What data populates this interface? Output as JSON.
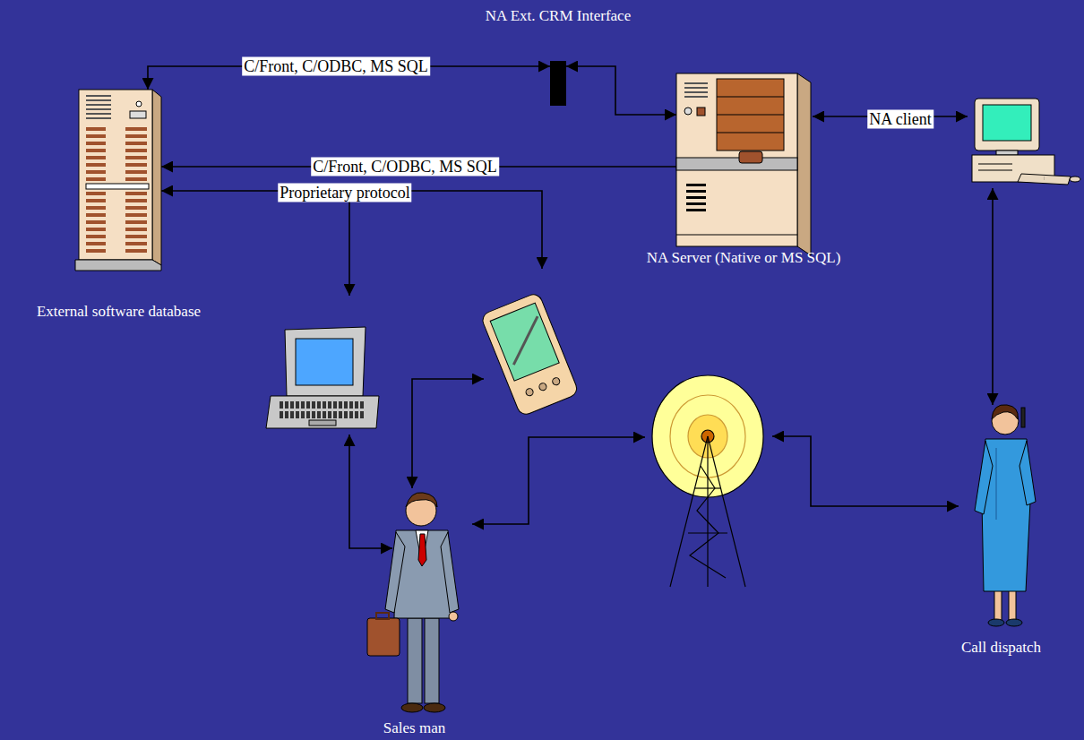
{
  "diagram": {
    "nodes": [
      {
        "text": [
          "NA Ext. CRM Interface"
        ]
      },
      {
        "text": [
          "External software database"
        ]
      },
      {
        "text": [
          "NA Server (Native or MS SQL)"
        ]
      },
      {
        "text": [
          "Call dispatch"
        ]
      },
      {
        "text": [
          "Sales man"
        ]
      }
    ],
    "edges": [
      {
        "from": 1,
        "to": 0,
        "label": "C/Front, C/ODBC, MS SQL",
        "arrow": "both"
      },
      {
        "from": 0,
        "to": 2,
        "arrow": "both"
      },
      {
        "from": 2,
        "to": 1,
        "label": "C/Front, C/ODBC, MS SQL",
        "arrow": "to"
      }
    ],
    "labels": [
      "Proprietary protocol",
      "NA client"
    ]
  }
}
